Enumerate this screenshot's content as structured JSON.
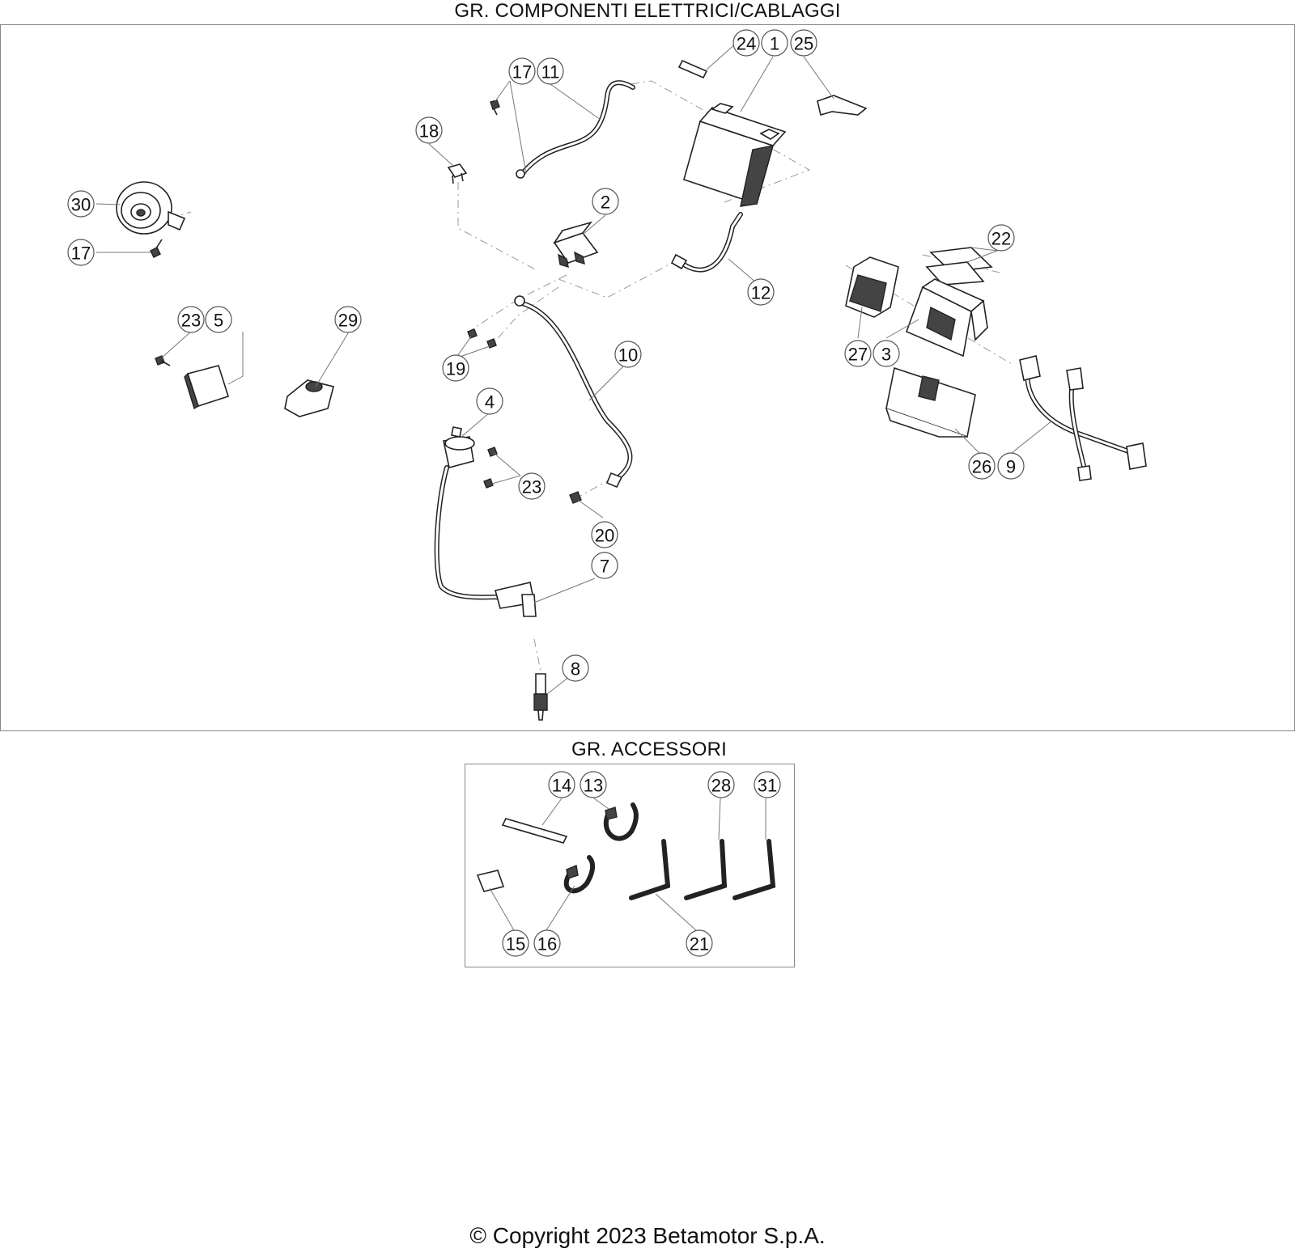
{
  "sections": {
    "main_title": "GR. COMPONENTI ELETTRICI/CABLAGGI",
    "accessories_title": "GR. ACCESSORI"
  },
  "callouts": {
    "c24": "24",
    "c1": "1",
    "c25": "25",
    "c17a": "17",
    "c11": "11",
    "c18": "18",
    "c30": "30",
    "c17b": "17",
    "c2": "2",
    "c22": "22",
    "c12": "12",
    "c23a": "23",
    "c5": "5",
    "c29": "29",
    "c19": "19",
    "c10": "10",
    "c27": "27",
    "c3": "3",
    "c4": "4",
    "c23b": "23",
    "c26": "26",
    "c9": "9",
    "c20": "20",
    "c7": "7",
    "c8": "8",
    "c14": "14",
    "c13": "13",
    "c28": "28",
    "c31": "31",
    "c15": "15",
    "c16": "16",
    "c21": "21"
  },
  "footer": {
    "copyright": "© Copyright 2023 Betamotor S.p.A."
  }
}
